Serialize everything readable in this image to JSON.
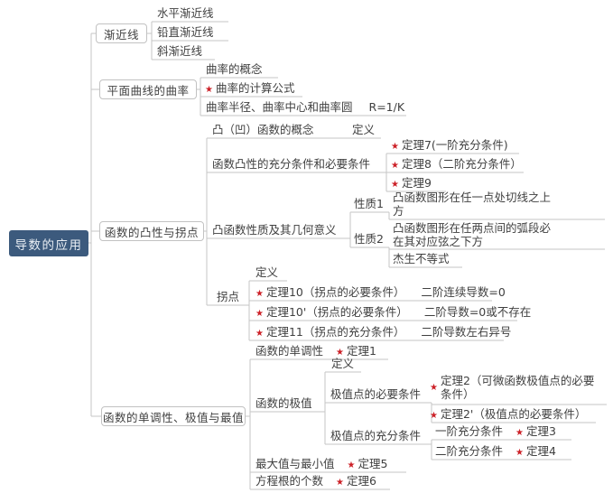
{
  "colors": {
    "background": "#ffffff",
    "line": "#c6c6c6",
    "box_border": "#c2c2c2",
    "text": "#404040",
    "root_bg": "#3c5a7d",
    "root_text": "#e9eef4",
    "star": "#cc2027"
  },
  "icons": {
    "star": "★"
  },
  "map": {
    "root": {
      "label": "导数的应用"
    },
    "branches": [
      {
        "label": "渐近线",
        "children": [
          {
            "label": "水平渐近线"
          },
          {
            "label": "铅直渐近线"
          },
          {
            "label": "斜渐近线"
          }
        ]
      },
      {
        "label": "平面曲线的曲率",
        "children": [
          {
            "label": "曲率的概念"
          },
          {
            "starred": true,
            "label": "曲率的计算公式"
          },
          {
            "label": "曲率半径、曲率中心和曲率圆",
            "note": "R=1/K"
          }
        ]
      },
      {
        "label": "函数的凸性与拐点",
        "children": [
          {
            "label": "凸（凹）函数的概念",
            "children": [
              {
                "label": "定义"
              }
            ]
          },
          {
            "label": "函数凸性的充分条件和必要条件",
            "children": [
              {
                "starred": true,
                "label": "定理7(一阶充分条件)"
              },
              {
                "starred": true,
                "label": "定理8（二阶充分条件）"
              },
              {
                "starred": true,
                "label": "定理9"
              }
            ]
          },
          {
            "label": "凸函数性质及其几何意义",
            "children": [
              {
                "label": "性质1",
                "children": [
                  {
                    "label": "凸函数图形在任一点处切线之上方"
                  }
                ]
              },
              {
                "label": "性质2",
                "children": [
                  {
                    "label": "凸函数图形在任两点间的弧段必在其对应弦之下方"
                  },
                  {
                    "label": "杰生不等式"
                  }
                ]
              }
            ]
          },
          {
            "label": "拐点",
            "children": [
              {
                "label": "定义"
              },
              {
                "starred": true,
                "label": "定理10（拐点的必要条件）",
                "note": "二阶连续导数=0"
              },
              {
                "starred": true,
                "label": "定理10'（拐点的必要条件）",
                "note": "二阶导数=0或不存在"
              },
              {
                "starred": true,
                "label": "定理11（拐点的充分条件）",
                "note": "二阶导数左右异号"
              }
            ]
          }
        ]
      },
      {
        "label": "函数的单调性、极值与最值",
        "children": [
          {
            "label": "函数的单调性",
            "theorem": "定理1"
          },
          {
            "label": "函数的极值",
            "children": [
              {
                "label": "定义"
              },
              {
                "label": "极值点的必要条件",
                "children": [
                  {
                    "starred": true,
                    "label": "定理2（可微函数极值点的必要条件）"
                  },
                  {
                    "starred": true,
                    "label": "定理2'（极值点的必要条件）"
                  }
                ]
              },
              {
                "label": "极值点的充分条件",
                "children": [
                  {
                    "label": "一阶充分条件",
                    "theorem": "定理3"
                  },
                  {
                    "label": "二阶充分条件",
                    "theorem": "定理4"
                  }
                ]
              }
            ]
          },
          {
            "label": "最大值与最小值",
            "theorem": "定理5"
          },
          {
            "label": "方程根的个数",
            "theorem": "定理6"
          }
        ]
      }
    ]
  }
}
